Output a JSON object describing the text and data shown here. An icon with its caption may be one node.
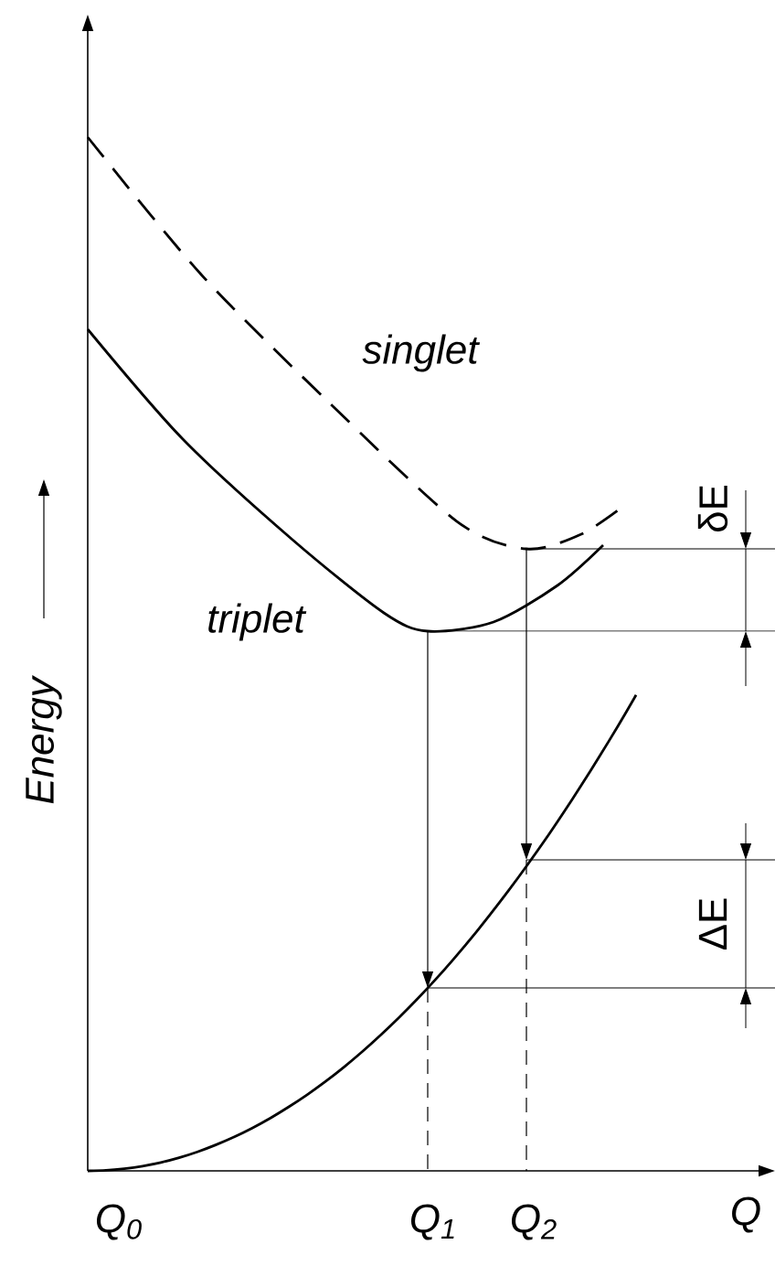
{
  "diagram": {
    "labels": [
      "singlet",
      "triplet",
      "Energy",
      "δE",
      "ΔE",
      "Q$_{0}$",
      "Q$_{1}$",
      "Q$_{2}$",
      "Q"
    ]
  }
}
